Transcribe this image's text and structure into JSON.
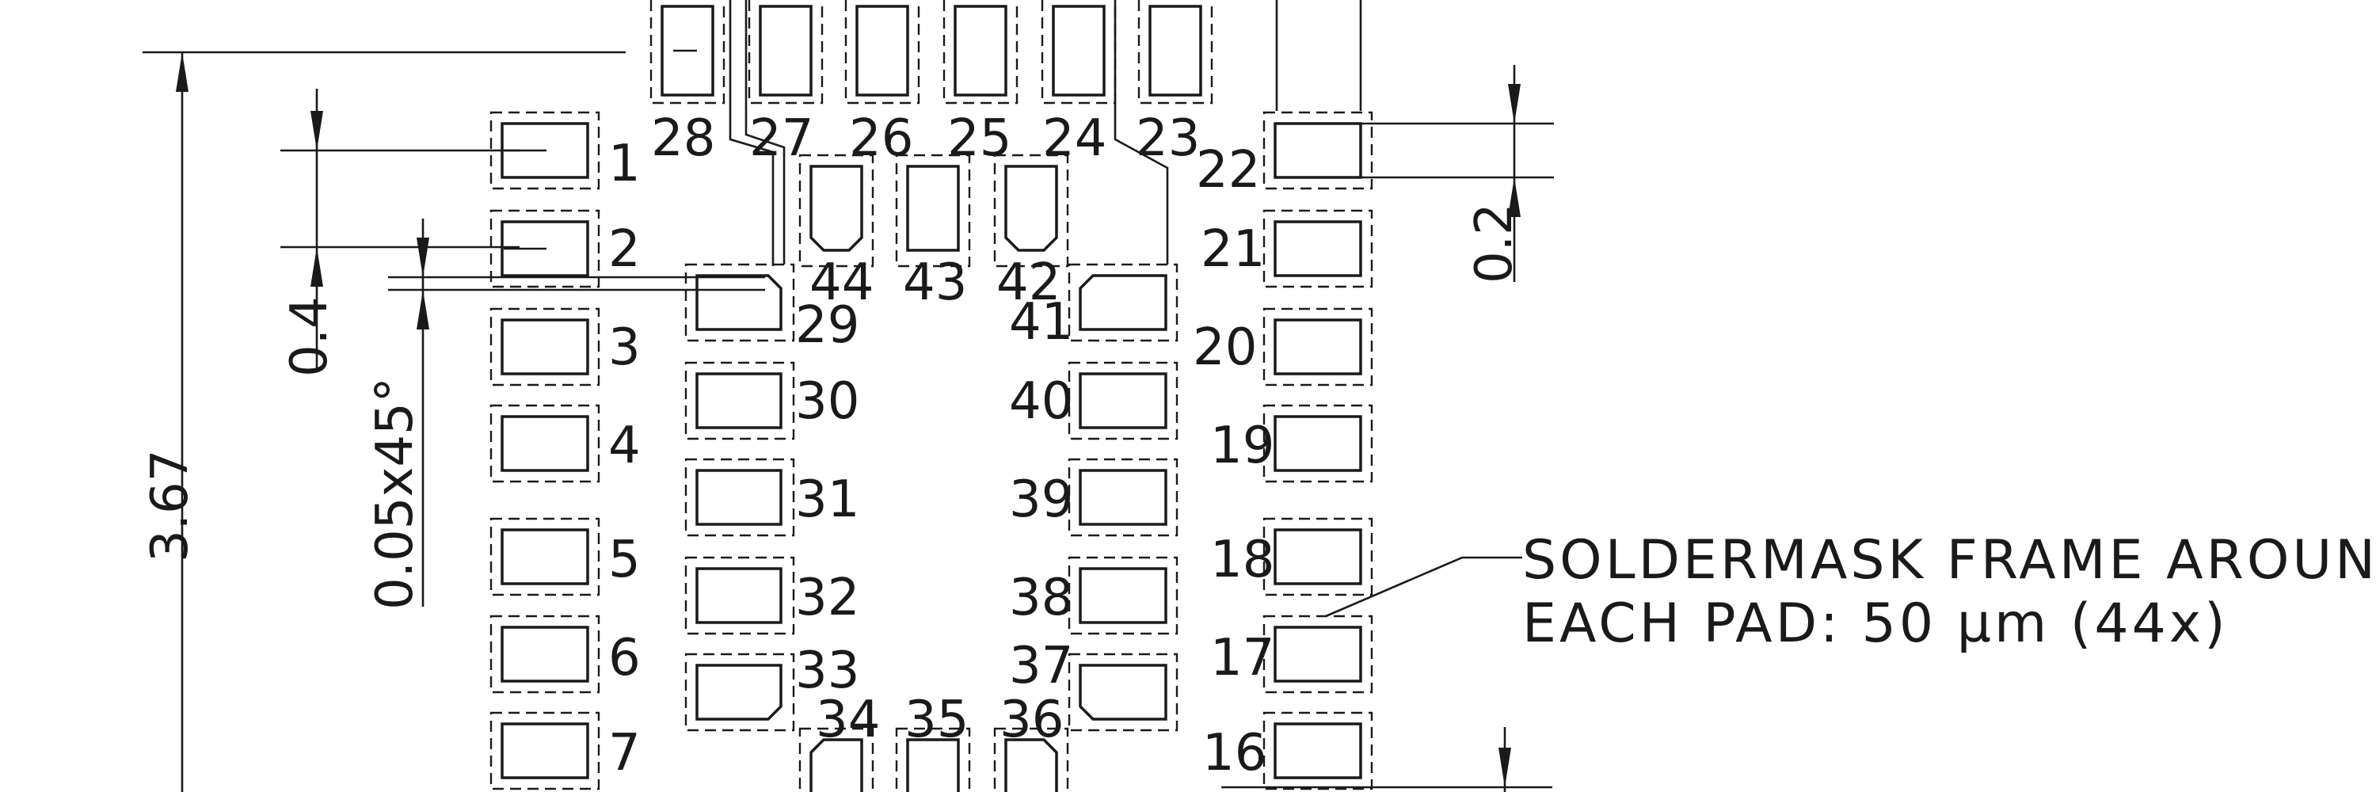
{
  "drawing": {
    "colors": {
      "ink": "#1a1a1a",
      "background": "#ffffff"
    },
    "dimensions": {
      "overall_height": "3.67",
      "pad_pitch": "0.4",
      "chamfer": "0.05x45°",
      "pad_width": "0.2"
    },
    "note": {
      "line1": "SOLDERMASK FRAME AROUND",
      "line2": "EACH PAD: 50 µm (44x)"
    },
    "pins": [
      "1",
      "2",
      "3",
      "4",
      "5",
      "6",
      "7",
      "16",
      "17",
      "18",
      "19",
      "20",
      "21",
      "22",
      "23",
      "24",
      "25",
      "26",
      "27",
      "28",
      "29",
      "30",
      "31",
      "32",
      "33",
      "34",
      "35",
      "36",
      "37",
      "38",
      "39",
      "40",
      "41",
      "42",
      "43",
      "44"
    ]
  }
}
